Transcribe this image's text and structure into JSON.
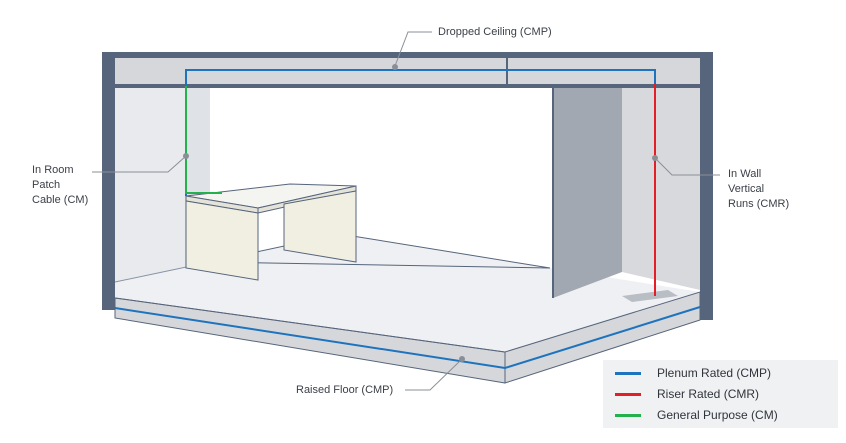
{
  "colors": {
    "plenum": "#1e73be",
    "riser": "#e31e24",
    "general": "#22b14c",
    "frame": "#56657b",
    "ceiling": "#d6d7da",
    "wall_right": "#9aa2ad",
    "floor": "#eef0f4",
    "desk": "#f1efe2"
  },
  "callouts": {
    "dropped_ceiling": "Dropped Ceiling (CMP)",
    "in_room_line1": "In Room",
    "in_room_line2": "Patch",
    "in_room_line3": "Cable (CM)",
    "in_wall_line1": "In Wall",
    "in_wall_line2": "Vertical",
    "in_wall_line3": "Runs (CMR)",
    "raised_floor": "Raised Floor (CMP)"
  },
  "legend": {
    "items": [
      {
        "label": "Plenum Rated (CMP)",
        "color": "#1e73be"
      },
      {
        "label": "Riser Rated (CMR)",
        "color": "#e31e24"
      },
      {
        "label": "General Purpose (CM)",
        "color": "#22b14c"
      }
    ]
  }
}
